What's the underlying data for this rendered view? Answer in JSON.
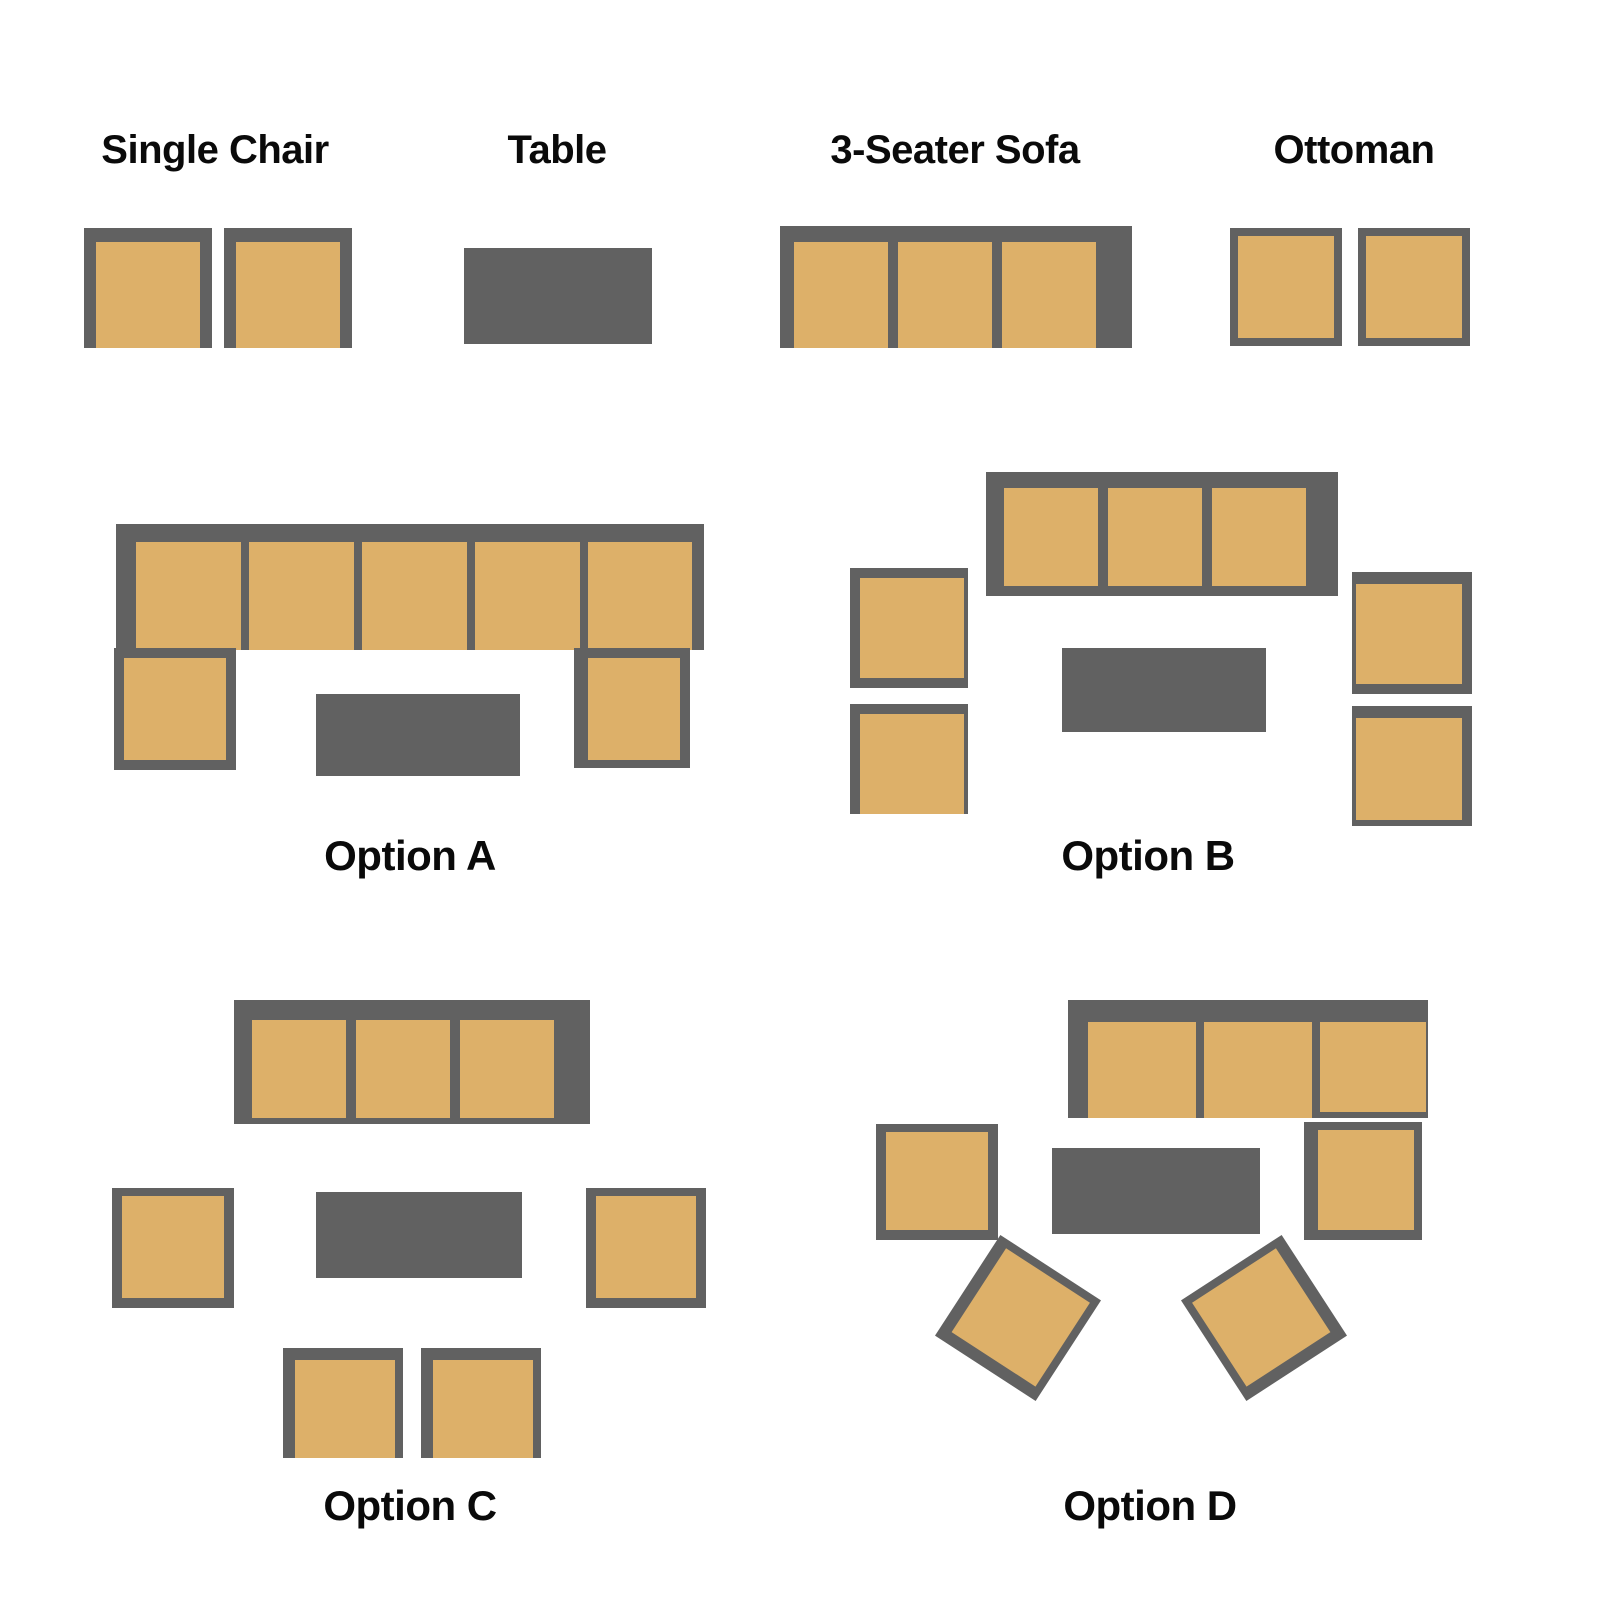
{
  "legend": {
    "items": [
      {
        "name": "single-chair",
        "label": "Single Chair",
        "count": 2
      },
      {
        "name": "table",
        "label": "Table",
        "count": 1
      },
      {
        "name": "sofa",
        "label": "3-Seater Sofa",
        "count": 1,
        "seats": 3
      },
      {
        "name": "ottoman",
        "label": "Ottoman",
        "count": 2
      }
    ]
  },
  "options": [
    {
      "id": "A",
      "label": "Option A"
    },
    {
      "id": "B",
      "label": "Option B"
    },
    {
      "id": "C",
      "label": "Option C"
    },
    {
      "id": "D",
      "label": "Option D"
    }
  ],
  "colors": {
    "frame": "#616161",
    "cushion": "#ddb069",
    "background": "#ffffff",
    "text": "#0a0a0a"
  },
  "layout_contents": {
    "A": {
      "sofa_seats": 5,
      "corner_unit": 1,
      "chairs": 1,
      "tables": 1,
      "shape": "L-shaped 5-seat with corner return"
    },
    "B": {
      "sofa_seats": 3,
      "chairs": 4,
      "tables": 1,
      "shape": "sofa facing four chairs"
    },
    "C": {
      "sofa_seats": 3,
      "chairs": 4,
      "tables": 1,
      "shape": "sofa with side and facing chairs"
    },
    "D": {
      "sofa_seats": 3,
      "corner_unit": 1,
      "chairs": 3,
      "tables": 1,
      "shape": "L-sectional with angled chairs"
    }
  }
}
